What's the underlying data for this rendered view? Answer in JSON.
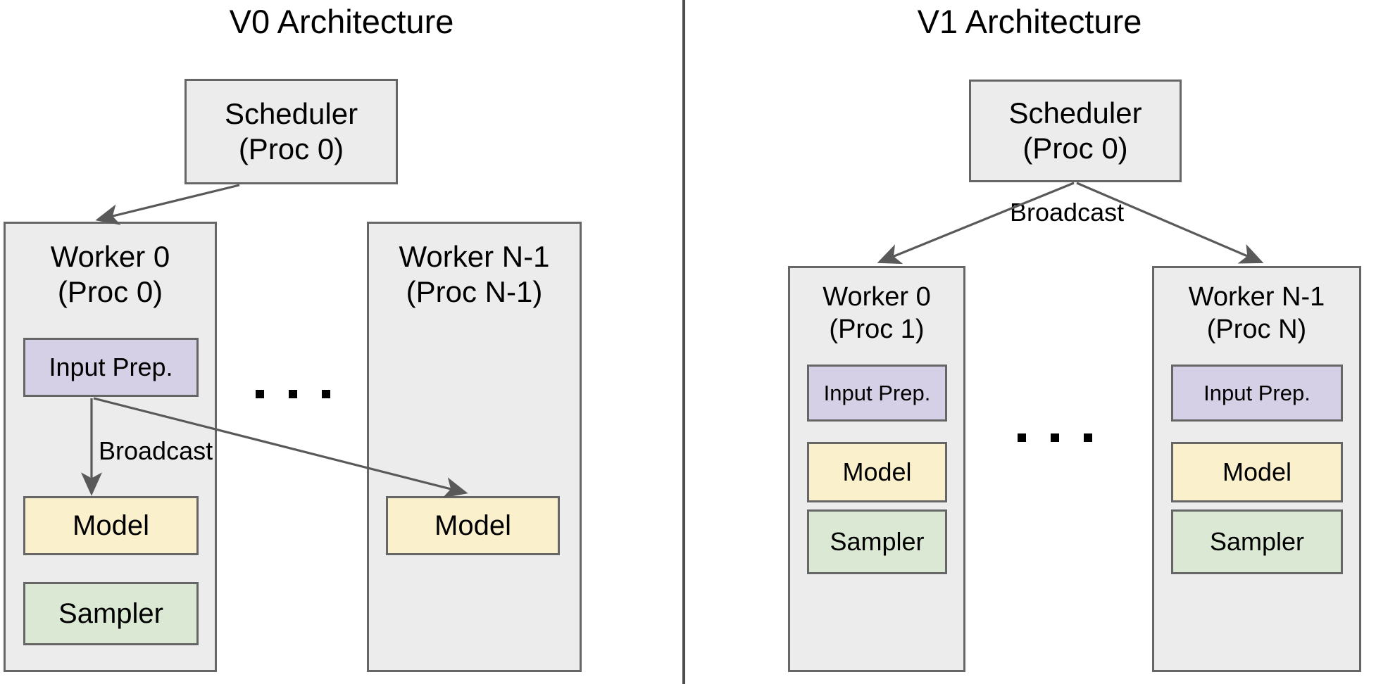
{
  "panels": [
    {
      "id": "v0",
      "title": "V0 Architecture",
      "scheduler": {
        "line1": "Scheduler",
        "line2": "(Proc 0)"
      },
      "workers": [
        {
          "title_line1": "Worker 0",
          "title_line2": "(Proc 0)",
          "components": [
            "Input Prep.",
            "Model",
            "Sampler"
          ]
        },
        {
          "title_line1": "Worker N-1",
          "title_line2": "(Proc N-1)",
          "components": [
            "Model"
          ]
        }
      ],
      "edge_labels": [
        "Broadcast"
      ],
      "ellipsis": "..."
    },
    {
      "id": "v1",
      "title": "V1 Architecture",
      "scheduler": {
        "line1": "Scheduler",
        "line2": "(Proc 0)"
      },
      "workers": [
        {
          "title_line1": "Worker 0",
          "title_line2": "(Proc 1)",
          "components": [
            "Input Prep.",
            "Model",
            "Sampler"
          ]
        },
        {
          "title_line1": "Worker N-1",
          "title_line2": "(Proc N)",
          "components": [
            "Input Prep.",
            "Model",
            "Sampler"
          ]
        }
      ],
      "edge_labels": [
        "Broadcast"
      ],
      "ellipsis": "..."
    }
  ],
  "colors": {
    "background": "#ffffff",
    "container_fill": "#ececec",
    "input_prep_fill": "#d5d0e5",
    "model_fill": "#fbf0cc",
    "sampler_fill": "#dbe8d3",
    "border": "#666666",
    "arrow": "#595959",
    "divider": "#4d4d4d",
    "text": "#000000"
  }
}
